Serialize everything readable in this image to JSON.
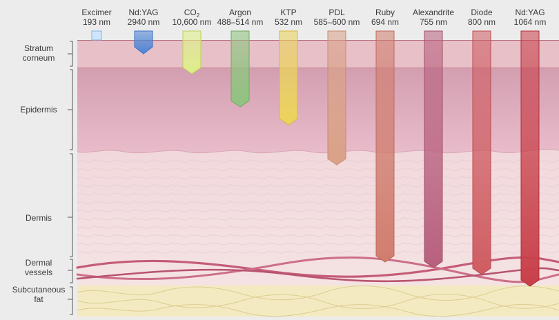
{
  "lasers": [
    {
      "name": "Excimer",
      "sub": "",
      "wavelength": "193 nm",
      "color": "#cfe6fa",
      "edge": "#7fb2e0",
      "depth_layer": "surface"
    },
    {
      "name": "Nd:YAG",
      "sub": "",
      "wavelength": "2940 nm",
      "color": "#4f86d6",
      "edge": "#3c6fbf",
      "depth_layer": "stratum-corneum"
    },
    {
      "name": "CO",
      "sub": "2",
      "wavelength": "10,600 nm",
      "color": "#dff08a",
      "edge": "#b9d35a",
      "depth_layer": "upper-epidermis"
    },
    {
      "name": "Argon",
      "sub": "",
      "wavelength": "488–514 nm",
      "color": "#8fc47f",
      "edge": "#6fa860",
      "depth_layer": "mid-epidermis"
    },
    {
      "name": "KTP",
      "sub": "",
      "wavelength": "532 nm",
      "color": "#ecd45a",
      "edge": "#d6b83a",
      "depth_layer": "lower-epidermis"
    },
    {
      "name": "PDL",
      "sub": "",
      "wavelength": "585–600 nm",
      "color": "#d9a186",
      "edge": "#c78a6e",
      "depth_layer": "upper-dermis"
    },
    {
      "name": "Ruby",
      "sub": "",
      "wavelength": "694 nm",
      "color": "#d07d6e",
      "edge": "#bf6a5b",
      "depth_layer": "deep-dermis"
    },
    {
      "name": "Alexandrite",
      "sub": "",
      "wavelength": "755 nm",
      "color": "#b8607e",
      "edge": "#a14f6c",
      "depth_layer": "dermal-vessels"
    },
    {
      "name": "Diode",
      "sub": "",
      "wavelength": "800 nm",
      "color": "#cf5d62",
      "edge": "#b84b51",
      "depth_layer": "dermal-vessels-deep"
    },
    {
      "name": "Nd:YAG",
      "sub": "",
      "wavelength": "1064 nm",
      "color": "#c8404a",
      "edge": "#b0303a",
      "depth_layer": "subcutaneous-fat"
    }
  ],
  "layers": [
    {
      "label": "Stratum\ncorneum"
    },
    {
      "label": "Epidermis"
    },
    {
      "label": "Dermis"
    },
    {
      "label": "Dermal\nvessels"
    },
    {
      "label": "Subcutaneous\nfat"
    }
  ],
  "colors": {
    "background": "#ececec",
    "stratum_corneum": "#e7c0c8",
    "epidermis_top": "#d39fb0",
    "epidermis_bottom": "#e7b8c6",
    "dermis": "#f3dfe1",
    "vessel": "#c45c76",
    "fat": "#f4eac2"
  }
}
